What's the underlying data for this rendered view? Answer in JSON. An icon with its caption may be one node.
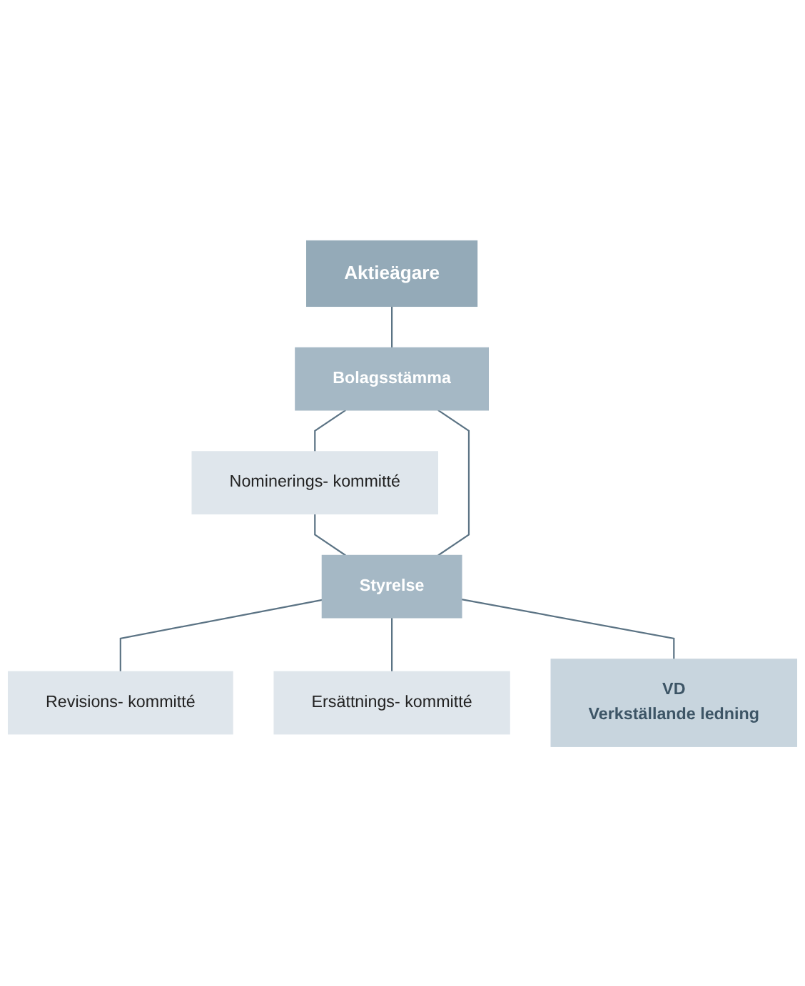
{
  "diagram": {
    "nodes": [
      {
        "text": [
          "Aktieägare"
        ]
      },
      {
        "text": [
          "Bolagsstämma"
        ]
      },
      {
        "text": [
          "Nominerings- kommitté"
        ]
      },
      {
        "text": [
          "Styrelse"
        ]
      },
      {
        "text": [
          "Revisions- kommitté"
        ]
      },
      {
        "text": [
          "Ersättnings- kommitté"
        ]
      },
      {
        "text": [
          "VD",
          "Verkställande ledning"
        ]
      }
    ],
    "edges": [
      {
        "from": 0,
        "to": 1,
        "arrow": "none"
      },
      {
        "from": 1,
        "to": 2,
        "arrow": "none"
      },
      {
        "from": 2,
        "to": 3,
        "arrow": "none"
      },
      {
        "from": 1,
        "to": 3,
        "arrow": "none"
      },
      {
        "from": 3,
        "to": 4,
        "arrow": "none"
      },
      {
        "from": 3,
        "to": 5,
        "arrow": "none"
      },
      {
        "from": 3,
        "to": 6,
        "arrow": "none"
      }
    ]
  }
}
